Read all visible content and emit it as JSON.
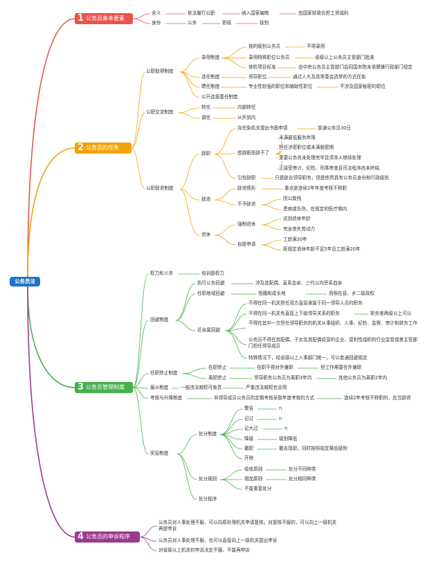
{
  "root": "公务员法",
  "branches": [
    {
      "num": "1",
      "title": "公务员基本要素",
      "color": "#e8554e"
    },
    {
      "num": "2",
      "title": "公务员的任免",
      "color": "#f0a30a"
    },
    {
      "num": "3",
      "title": "公务员管理制度",
      "color": "#47b04b"
    },
    {
      "num": "4",
      "title": "公务员的申诉程序",
      "color": "#9c3a8b"
    }
  ],
  "b1": {
    "l1": [
      "含义",
      "身份"
    ],
    "l2": [
      "依法履行公职",
      "公务",
      "职级"
    ],
    "l3": [
      "纳入国家编制",
      "级别"
    ],
    "l4": [
      "由国家财政负担工资福利"
    ]
  },
  "b2": {
    "l1": [
      "公职取得制度",
      "公职交流制度",
      "公职辞退制度"
    ],
    "l2": [
      "录用制度",
      "选任制度",
      "聘任制度",
      "公开选拔委任制度",
      "转任",
      "调任",
      "辞职",
      "辞退",
      "退休"
    ],
    "l3": [
      "按的级别公务员",
      "录用特殊职位公务员",
      "体检项目标准",
      "领导职位",
      "专业性较强的职位和辅助性职位",
      "内部转任",
      "从外到内",
      "向任免机关提出书面申请",
      "想辞职而辞不了",
      "引咎辞职",
      "辞退情形",
      "不予辞退",
      "强制退休",
      "自愿申请"
    ],
    "l4": [
      "不得录用",
      "省级以上公务员主管部门批准",
      "由中央公务员主管部门会同国务院未诺健康行政部门规定",
      "通过人大及其常委会选举的方式任免",
      "不涉及国家秘密的职位",
      "普通公务员30日",
      "未满最低服务年限",
      "担任涉密职位或未满脱密期",
      "重要公务尚未处理完毕且须本人继续处理",
      "正接受审计、纪检、刑事审查且司法程序尚未终结",
      "只是辞去领导职务，但是依然具有公务员身份和行政级别",
      "重点是连续2年年度考核不称职",
      "因公致残",
      "患病或负伤，在规定的医疗期内",
      "达到退休年龄",
      "完全丧失劳动力",
      "工龄满30年",
      "距规定退休年龄不足5年且工龄满20年"
    ]
  },
  "b3": {
    "l1": [
      "权力和义务",
      "回避制度",
      "任职禁止制度",
      "服从制度",
      "考核与升降制度",
      "奖惩制度"
    ],
    "l2": [
      "培训是权力",
      "执行公务回避",
      "任职地域回避",
      "近亲属回避",
      "在职禁止",
      "离职禁止",
      "一般违法越权可免责",
      "非领导成员公务员的定期考核采取年度考核的方式",
      "处分制度",
      "处分规则",
      "处分程序"
    ],
    "l3": [
      "涉及其配偶、直系血亲、三代以内旁系血亲",
      "祖籍和成长地",
      "不得在同一机关担任双方直接隶属于同一领导人员的职务",
      "不得在同一机关有直接上下级领导关系的职务",
      "不得在其中一方担任领导职务的机关从事组织、人事、纪检、监察、审计和财务工作",
      "公务员不得在其配偶、子女及其配偶经营的企业、营利性组织的行业监管或者主管部门担任领导成员",
      "特殊情况下，经省级以上人事部门统一，可以变通回避规定",
      "在职不得对外兼职",
      "领导职务公务员为离职3年内",
      "严重违法越权也没用",
      "连续2年考核不称职的，应当辞退",
      "警告",
      "记过",
      "记大过",
      "降级",
      "撤职",
      "开除",
      "吸收原则",
      "相加原则",
      "不能重复处分"
    ],
    "l4": [
      "而限在县、乡二级政权",
      "职务差两级以上可以",
      "但工作需要在外兼职",
      "其他公务员为离职2年内",
      "n",
      "n",
      "n",
      "级别降低",
      "撤去现职，同时按照规定降低级别",
      "处分不同种类",
      "处分相同种类"
    ]
  },
  "b4": {
    "items": [
      "公务员对人事处理不服，可以向原处理机关申请复核。对复核不服的，可以向上一级机关再提申诉",
      "公务员对人事处理不服，也可以直接向上一级机关提出申诉",
      "对省级以上机关的申诉决定不服，不能再申诉"
    ]
  }
}
